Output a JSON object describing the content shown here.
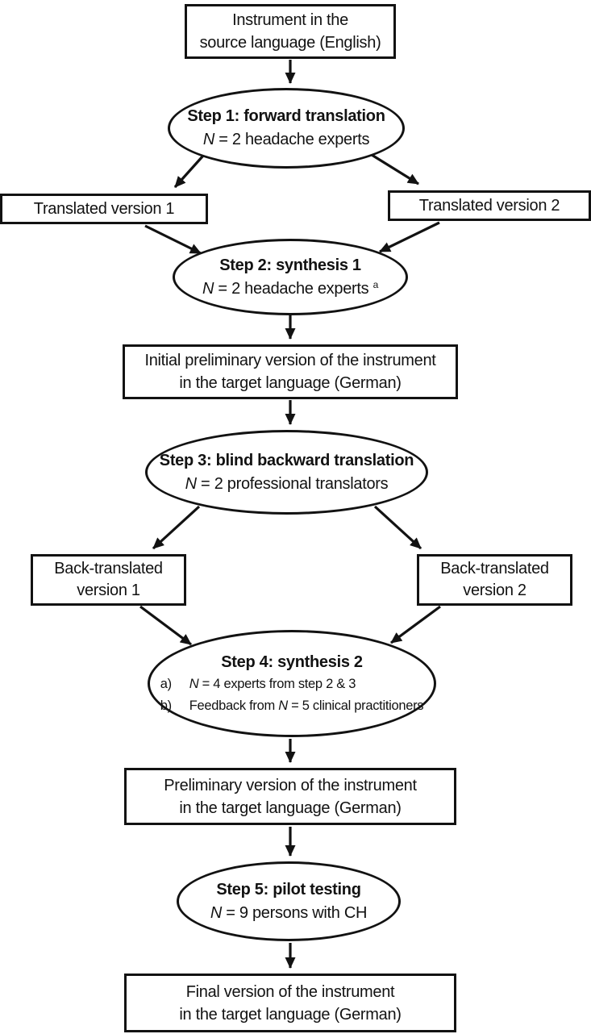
{
  "flowchart": {
    "source_box": {
      "line1": "Instrument in the",
      "line2": "source language (English)"
    },
    "step1": {
      "title": "Step 1: forward translation",
      "n": "N",
      "detail": " = 2 headache experts"
    },
    "translated1": {
      "label": "Translated version 1"
    },
    "translated2": {
      "label": "Translated version 2"
    },
    "step2": {
      "title": "Step 2: synthesis 1",
      "n": "N",
      "detail": " = 2 headache experts ",
      "sup": "a"
    },
    "initial_box": {
      "line1": "Initial preliminary version of the instrument",
      "line2": "in the target language (German)"
    },
    "step3": {
      "title": "Step 3: blind backward translation",
      "n": "N",
      "detail": " = 2 professional translators"
    },
    "back1": {
      "line1": "Back-translated",
      "line2": "version 1"
    },
    "back2": {
      "line1": "Back-translated",
      "line2": "version 2"
    },
    "step4": {
      "title": "Step 4: synthesis 2",
      "item_a_prefix": "a)",
      "item_a_pre": "",
      "item_a_n": "N",
      "item_a_rest": " = 4 experts from step 2 & 3",
      "item_b_prefix": "b)",
      "item_b_pre": "Feedback from ",
      "item_b_n": "N",
      "item_b_rest": " = 5 clinical practitioners"
    },
    "preliminary_box": {
      "line1": "Preliminary version of the instrument",
      "line2": "in the target language (German)"
    },
    "step5": {
      "title": "Step 5: pilot testing",
      "n": "N",
      "detail": " = 9 persons with CH"
    },
    "final_box": {
      "line1": "Final version of the instrument",
      "line2": "in the target language (German)"
    },
    "colors": {
      "stroke": "#121212",
      "background": "#ffffff"
    }
  }
}
